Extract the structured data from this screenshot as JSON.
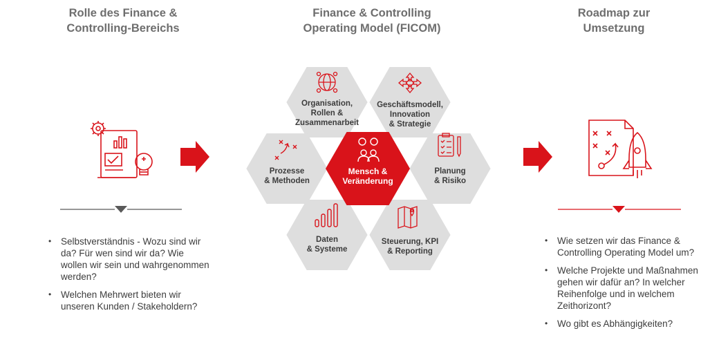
{
  "columns": {
    "left": {
      "title_line1": "Rolle des Finance &",
      "title_line2": "Controlling-Bereichs",
      "icon": "finance-dashboard-icon",
      "bullets": [
        "Selbstverständnis - Wozu sind wir da? Für wen sind wir da? Wie wollen wir sein und wahrgenommen werden?",
        "Welchen Mehrwert bieten wir unseren Kunden / Stakeholdern?"
      ]
    },
    "middle": {
      "title_line1": "Finance & Controlling",
      "title_line2": "Operating Model (FICOM)"
    },
    "right": {
      "title_line1": "Roadmap zur",
      "title_line2": "Umsetzung",
      "icon": "strategy-rocket-icon",
      "bullets": [
        "Wie setzen wir das Finance & Controlling Operating Model um?",
        "Welche Projekte und Maßnahmen gehen wir dafür an? In welcher Reihenfolge und in welchem Zeithorizont?",
        "Wo gibt es Abhängigkeiten?"
      ]
    }
  },
  "hexagons": {
    "top_left": {
      "lines": [
        "Organisation,",
        "Rollen &",
        "Zusammenarbeit"
      ],
      "icon": "globe-network-icon"
    },
    "top_right": {
      "lines": [
        "Geschäftsmodell,",
        "Innovation",
        "& Strategie"
      ],
      "icon": "arrows-diamond-icon"
    },
    "mid_left": {
      "lines": [
        "Prozesse",
        "& Methoden"
      ],
      "icon": "process-path-icon"
    },
    "center": {
      "lines": [
        "Mensch &",
        "Veränderung"
      ],
      "icon": "people-chat-icon"
    },
    "mid_right": {
      "lines": [
        "Planung",
        "& Risiko"
      ],
      "icon": "checklist-pen-icon"
    },
    "bottom_left": {
      "lines": [
        "Daten",
        "& Systeme"
      ],
      "icon": "bar-chart-icon"
    },
    "bottom_right": {
      "lines": [
        "Steuerung, KPI",
        "& Reporting"
      ],
      "icon": "map-pin-icon"
    }
  },
  "colors": {
    "accent": "#d9131a",
    "hex_fill": "#dedede",
    "text": "#3c3c3c",
    "title": "#6e6e6e"
  }
}
